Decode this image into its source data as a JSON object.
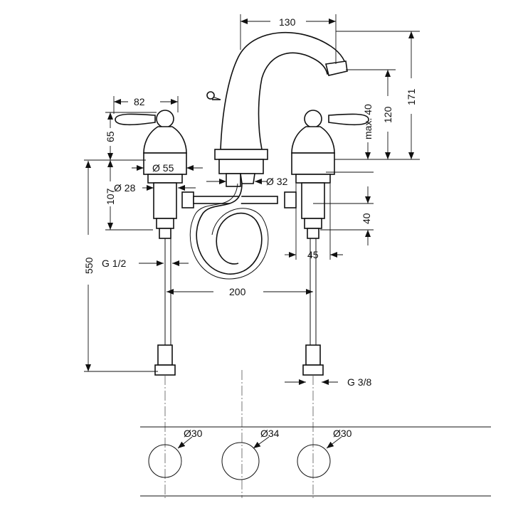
{
  "title": "Three-hole basin mixer technical drawing",
  "dimensions": {
    "spout_reach": "130",
    "total_height": "171",
    "spout_height": "120",
    "max_deck": "max. 40",
    "handle_width": "82",
    "handle_height": "65",
    "valve_diameter": "Ø 55",
    "valve_depth": "107",
    "shank_diameter": "Ø 28",
    "spout_shank_diameter": "Ø 32",
    "connector_height": "40",
    "hose_length": "550",
    "inlet_thread": "G 1/2",
    "valve_offset": "45",
    "center_spacing": "200",
    "outlet_thread": "G 3/8"
  },
  "holes": [
    {
      "label": "Ø30"
    },
    {
      "label": "Ø34"
    },
    {
      "label": "Ø30"
    }
  ],
  "colors": {
    "line": "#111111",
    "background": "#ffffff"
  }
}
